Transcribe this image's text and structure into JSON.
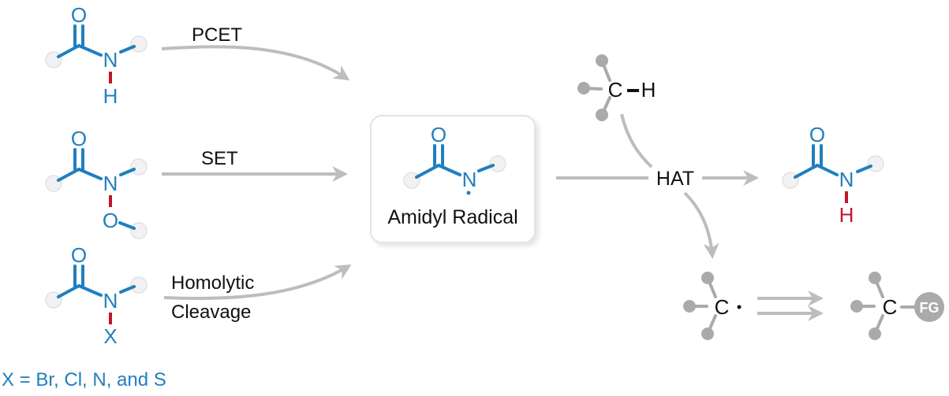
{
  "arrows": {
    "pcet": "PCET",
    "set": "SET",
    "homolytic_line1": "Homolytic",
    "homolytic_line2": "Cleavage",
    "hat": "HAT"
  },
  "center": {
    "label": "Amidyl Radical"
  },
  "atoms": {
    "oxygen": "O",
    "nitrogen": "N",
    "hydrogen": "H",
    "x": "X",
    "carbon": "C",
    "functional_group": "FG"
  },
  "footnote": "X = Br, Cl, N, and S",
  "colors": {
    "molecule_blue": "#1f7fbf",
    "bond_red": "#c0152a",
    "arrow_gray": "#bdbdbd",
    "substituent_gray": "#a9aba8"
  }
}
